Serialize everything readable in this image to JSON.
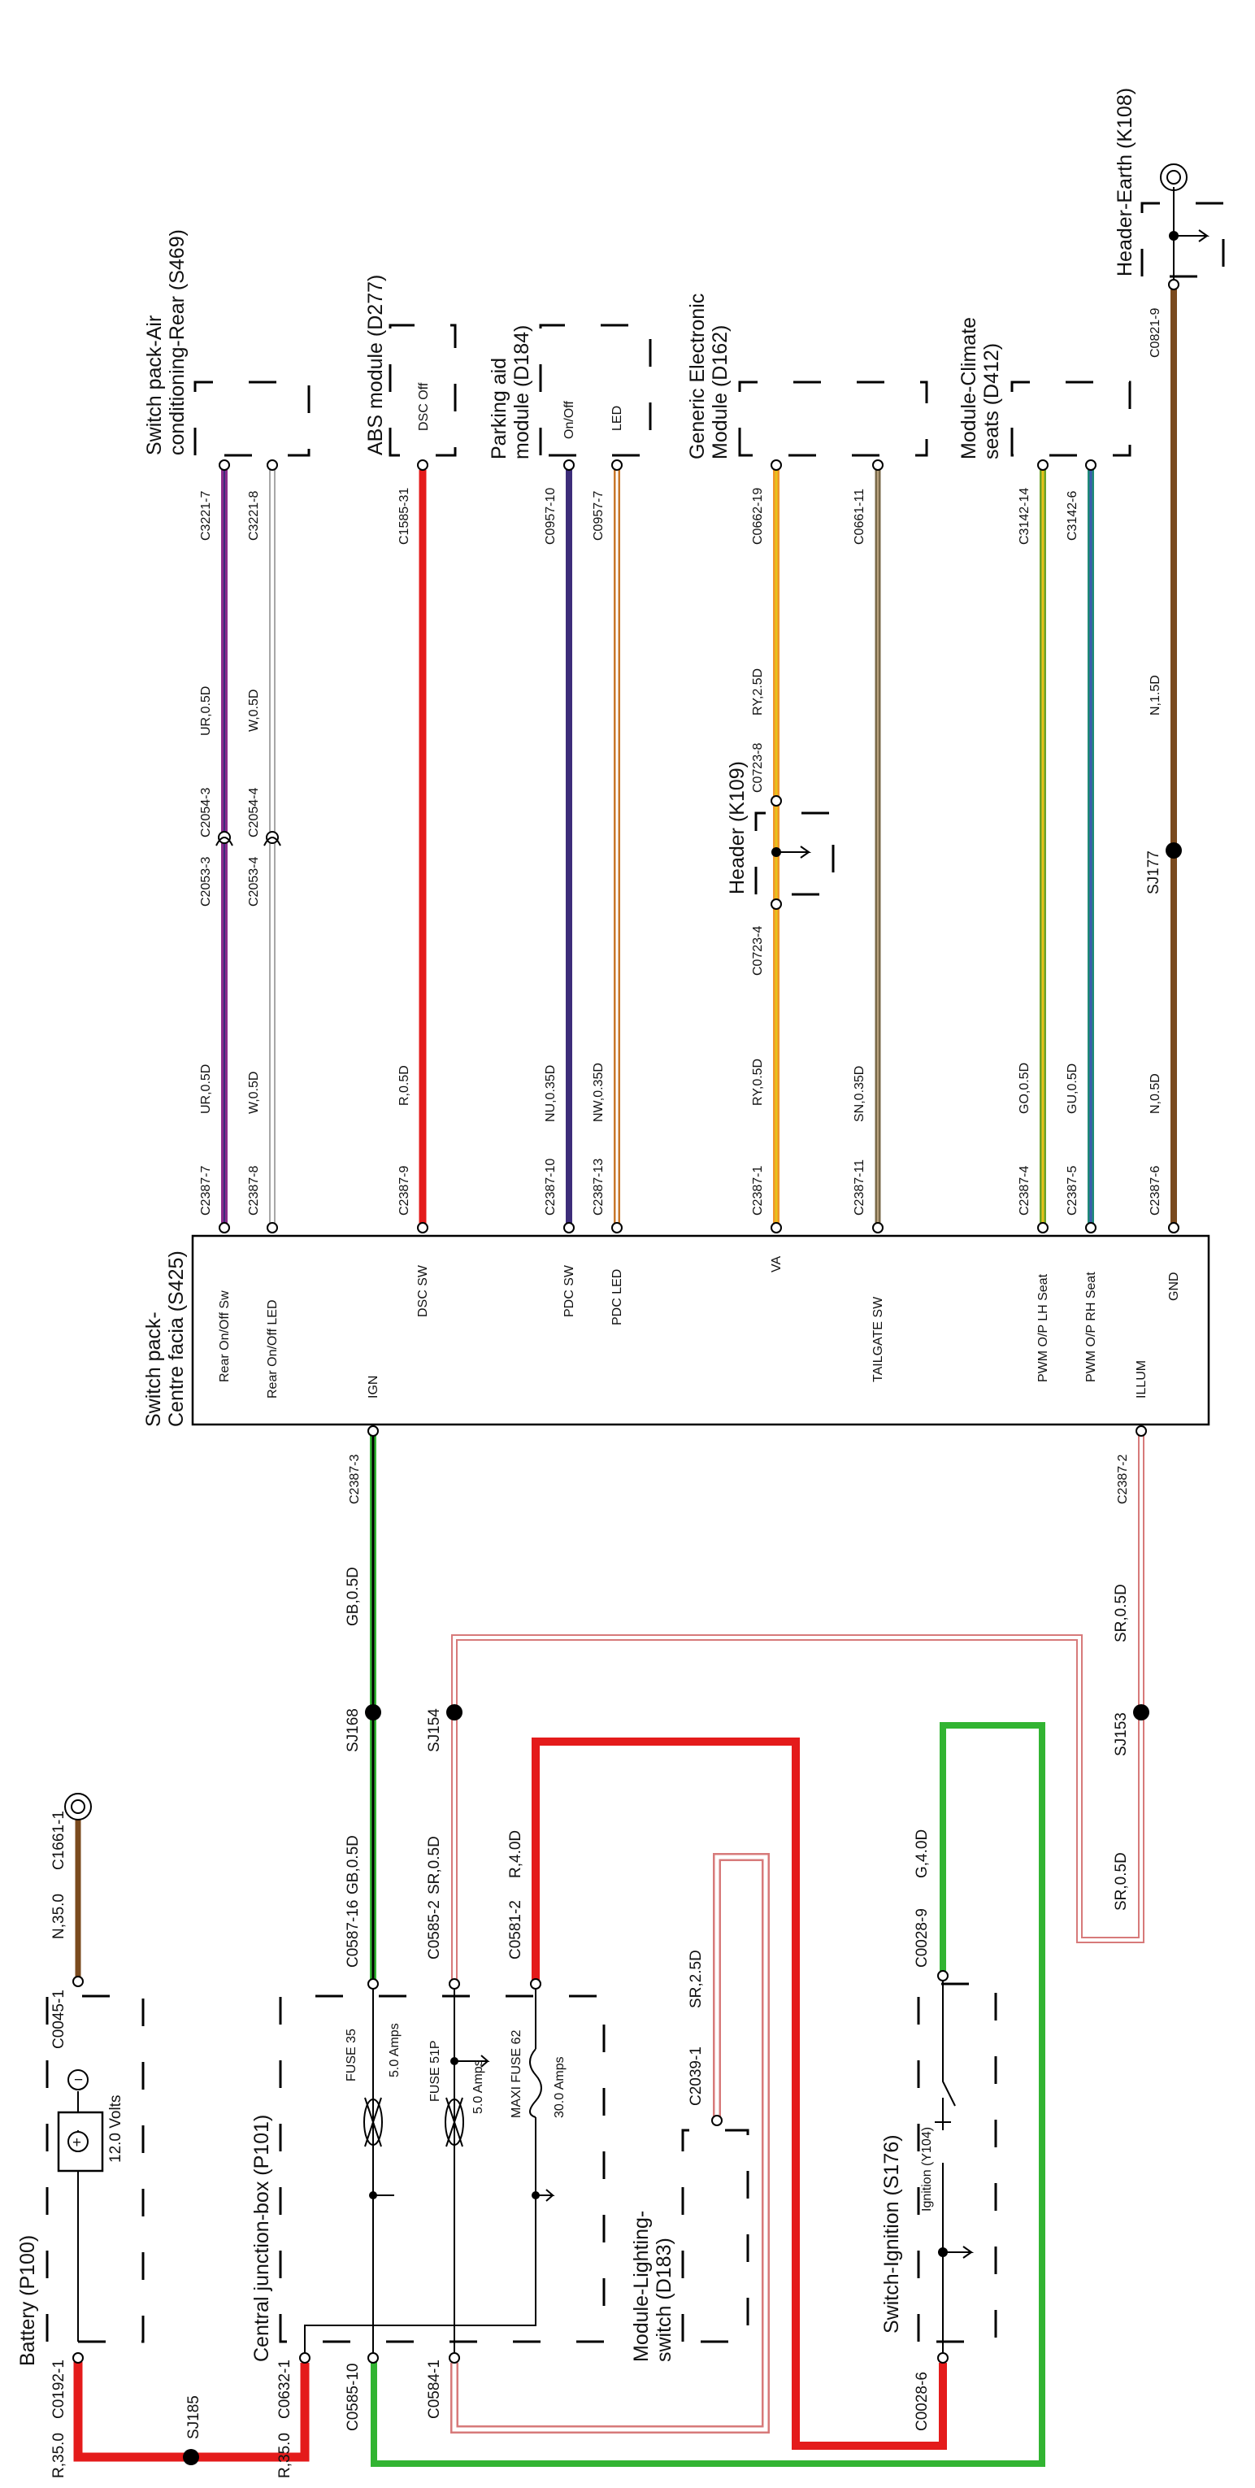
{
  "colors": {
    "red": "#e41b1b",
    "green": "#32b432",
    "brown": "#7a4a1e",
    "purple": "#8b2c8c",
    "violet": "#3d2d7a",
    "white": "#ffffff",
    "yellow": "#e8c21a",
    "orange": "#f0952a",
    "slate": "#5a7f8e",
    "teal": "#1f8a78",
    "pink_outline": "#d77a7a",
    "grey_outline": "#a7a7a7"
  },
  "battery": {
    "title": "Battery (P100)",
    "volts": "12.0 Volts",
    "pin_c0192": "C0192-1",
    "pin_c0045": "C0045-1",
    "pin_c1661": "C1661-1",
    "wire_n35": "N,35.0",
    "wire_r35": "R,35.0",
    "splice_sj185": "SJ185"
  },
  "cjb": {
    "title": "Central junction-box (P101)",
    "fuse35": "FUSE 35",
    "fuse35_amps": "5.0 Amps",
    "fuse51p": "FUSE 51P",
    "fuse51p_amps": "5.0 Amps",
    "maxi62": "MAXI FUSE 62",
    "maxi62_amps": "30.0 Amps",
    "pin_c0632": "C0632-1",
    "pin_c0585_10": "C0585-10",
    "pin_c0584": "C0584-1",
    "pin_c0587": "C0587-16",
    "pin_c0585_2": "C0585-2",
    "pin_c0581": "C0581-2",
    "wire_r35b": "R,35.0",
    "wire_gb05d_1": "GB,0.5D",
    "wire_sr05d_1": "SR,0.5D",
    "wire_r40d": "R,4.0D"
  },
  "splices": {
    "sj168": "SJ168",
    "sj154": "SJ154",
    "sj153": "SJ153",
    "sj177": "SJ177",
    "wire_gb05d_2": "GB,0.5D",
    "wire_sr05d_2": "SR,0.5D",
    "wire_sr05d_3": "SR,0.5D",
    "wire_g40d": "G,4.0D"
  },
  "lighting": {
    "title_line1": "Module-Lighting-",
    "title_line2": "switch (D183)",
    "pin": "C2039-1",
    "wire": "SR,2.5D"
  },
  "ignition": {
    "title": "Switch-Ignition (S176)",
    "inner": "Ignition (Y104)",
    "pin_c0028_9": "C0028-9",
    "pin_c0028_6": "C0028-6"
  },
  "switchpack": {
    "title_line1": "Switch pack-",
    "title_line2": "Centre facia (S425)",
    "labels": [
      "Rear On/Off Sw",
      "Rear On/Off LED",
      "IGN",
      "DSC SW",
      "PDC SW",
      "PDC LED",
      "VA",
      "TAILGATE SW",
      "PWM O/P LH Seat",
      "PWM O/P RH Seat",
      "ILLUM",
      "GND"
    ],
    "pins": [
      "C2387-7",
      "C2387-8",
      "C2387-9",
      "C2387-10",
      "C2387-13",
      "C2387-1",
      "C2387-11",
      "C2387-4",
      "C2387-5",
      "C2387-6"
    ],
    "pin_c2387_3": "C2387-3",
    "pin_c2387_2": "C2387-2",
    "wire_labels": [
      "UR,0.5D",
      "W,0.5D",
      "R,0.5D",
      "NU,0.35D",
      "NW,0.35D",
      "RY,0.5D",
      "SN,0.35D",
      "GO,0.5D",
      "GU,0.5D",
      "N,0.5D"
    ]
  },
  "s469": {
    "title_line1": "Switch pack-Air",
    "title_line2": "conditioning-Rear (S469)",
    "pin_c2053_3": "C2053-3",
    "pin_c2054_3": "C2054-3",
    "pin_c2053_4": "C2053-4",
    "pin_c2054_4": "C2054-4",
    "wire_ur": "UR,0.5D",
    "wire_w": "W,0.5D",
    "pin_c3221_7": "C3221-7",
    "pin_c3221_8": "C3221-8"
  },
  "abs": {
    "title": "ABS module (D277)",
    "inner": "DSC Off",
    "pin": "C1585-31"
  },
  "pdc": {
    "title_line1": "Parking aid",
    "title_line2": "module (D184)",
    "onoff": "On/Off",
    "led": "LED",
    "pin_c0957_10": "C0957-10",
    "pin_c0957_7": "C0957-7"
  },
  "gem": {
    "title_line1": "Generic Electronic",
    "title_line2": "Module (D162)",
    "pin_c0662": "C0662-19",
    "pin_c0661": "C0661-11",
    "header": "Header (K109)",
    "pin_c0723_4": "C0723-4",
    "pin_c0723_8": "C0723-8",
    "wire_ry25d": "RY,2.5D"
  },
  "climate": {
    "title_line1": "Module-Climate",
    "title_line2": "seats (D412)",
    "pin_c3142_14": "C3142-14",
    "pin_c3142_6": "C3142-6"
  },
  "earth": {
    "title": "Header-Earth (K108)",
    "pin": "C0821-9",
    "wire": "N,1.5D"
  }
}
